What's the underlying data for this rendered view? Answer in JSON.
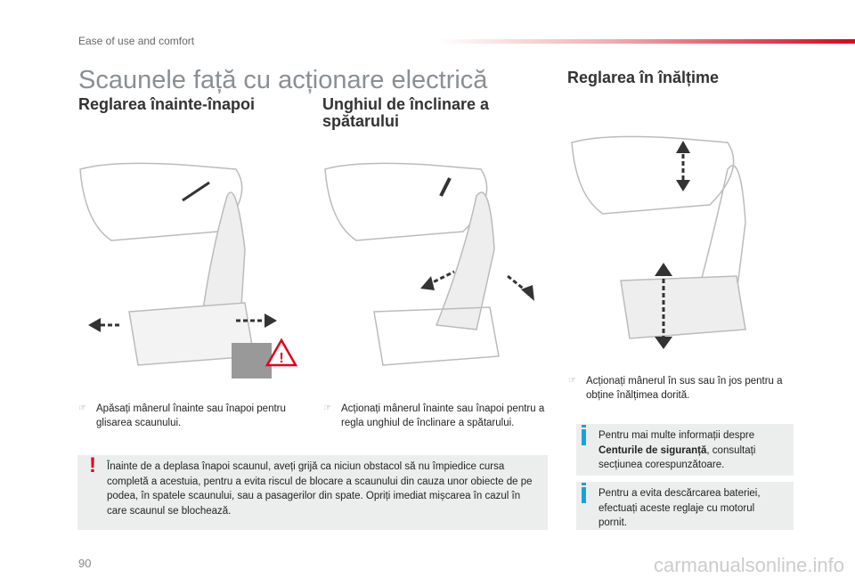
{
  "header": {
    "section": "Ease of use and comfort"
  },
  "title": "Scaunele față cu acționare electrică",
  "sections": [
    {
      "heading": "Reglarea înainte-înapoi",
      "text": "Apăsați mânerul înainte sau înapoi pentru glisarea scaunului."
    },
    {
      "heading": "Unghiul de înclinare a spătarului",
      "text": "Acționați mânerul înainte sau înapoi pentru a regla unghiul de înclinare a spătarului."
    },
    {
      "heading": "Reglarea în înălțime",
      "text": "Acționați mânerul în sus sau în jos pentru a obține înălțimea dorită."
    }
  ],
  "warning": "Înainte de a deplasa înapoi scaunul, aveți grijă ca niciun obstacol să nu împiedice cursa completă a acestuia, pentru a evita riscul de blocare a scaunului din cauza unor obiecte de pe podea, în spatele scaunului, sau a pasagerilor din spate. Opriți imediat mișcarea în cazul în care scaunul se blochează.",
  "info1": {
    "pre": "Pentru mai multe informații despre ",
    "bold": "Centurile de siguranță",
    "post": ", consultați secțiunea corespunzătoare."
  },
  "info2": "Pentru a evita descărcarea bateriei, efectuați aceste reglaje cu motorul pornit.",
  "page_number": "90",
  "watermark": "carmanualsonline.info",
  "colors": {
    "accent": "#e2001a",
    "info": "#1ba1d9"
  }
}
